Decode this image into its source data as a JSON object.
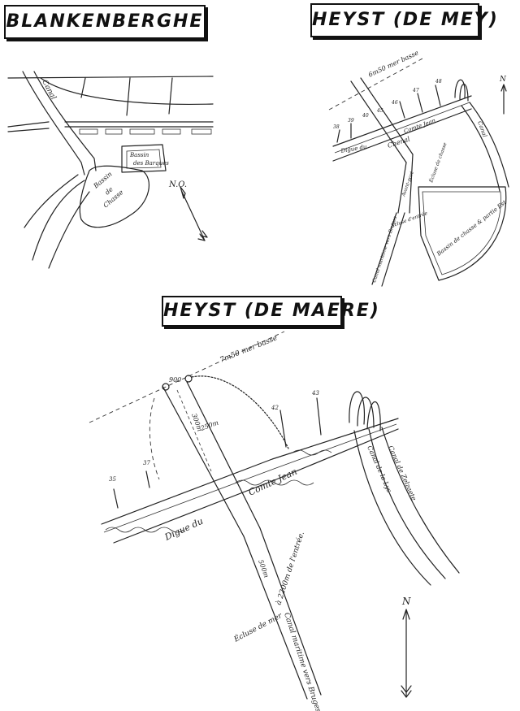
{
  "titles": {
    "blankenberghe": "BLANKENBERGHE",
    "heyst_de_mey": "HEYST (DE MEY)",
    "heyst_de_maere": "HEYST (DE MAERE)"
  },
  "blankenberghe": {
    "canal_label": "Canal",
    "basin_label_a": "Bassin",
    "basin_label_b": "des Barques",
    "chasse_label_a": "Bassin",
    "chasse_label_b": "de",
    "chasse_label_c": "Chasse",
    "north_label": "N.O."
  },
  "heyst_de_mey": {
    "low_water": "6m50 mer basse",
    "depths": [
      "38",
      "39",
      "40",
      "45",
      "46",
      "47",
      "48"
    ],
    "comte_jean": "Comte Jean",
    "digue": "Digue du",
    "chenal": "Chenal",
    "ecluse_chasse": "Écluse de chasse",
    "avant_port": "Avant-port",
    "ecluse_entree": "Écluse d'entrée",
    "bassin_chasse": "Bassin de chasse & partie Est",
    "canal_maritime": "Canal maritime vers Bruges",
    "canal_right": "Canal",
    "north_label": "N"
  },
  "heyst_de_maere": {
    "low_water": "7m50 mer basse",
    "head_depth": "900",
    "dist_300": "300m",
    "dist_250": "250m",
    "depths": [
      "35",
      "37",
      "42",
      "43"
    ],
    "comte_jean": "Comte Jean",
    "digue": "Digue du",
    "dist_500": "500m",
    "ecluse": "Écluse de mer",
    "ecluse_dist": "à 2200m de l'entrée.",
    "canal_bruges": "Canal maritime vers Bruges",
    "canal_right_a": "Canal de la Lys",
    "canal_right_b": "Canal de Zelzaete",
    "north_label": "N"
  }
}
